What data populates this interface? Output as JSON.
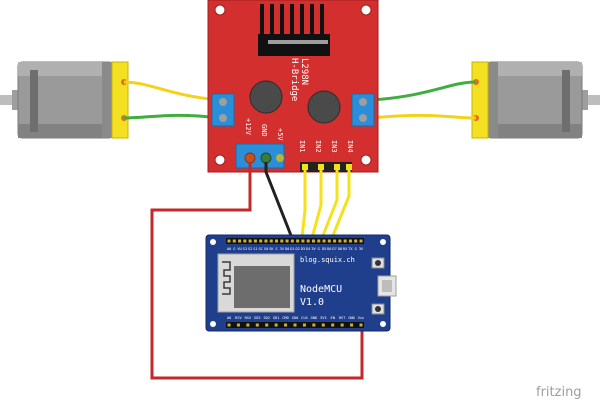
{
  "driver_board": {
    "chip_label": "L298N",
    "module_label": "H-Bridge",
    "pins": {
      "v12": "+12V",
      "gnd": "GND",
      "v5": "+5V",
      "in1": "IN1",
      "in2": "IN2",
      "in3": "IN3",
      "in4": "IN4"
    },
    "color": "#d32f2f"
  },
  "mcu_board": {
    "site_label": "blog.squix.ch",
    "name_line1": "NodeMCU",
    "name_line2": "V1.0",
    "top_pins": [
      "A0",
      "G",
      "VU",
      "S3",
      "S2",
      "S1",
      "SC",
      "S0",
      "SK",
      "G",
      "3V",
      "D0",
      "D1",
      "D2",
      "D3",
      "D4",
      "3V",
      "G",
      "D5",
      "D6",
      "D7",
      "D8",
      "RX",
      "TX",
      "G",
      "3V"
    ],
    "bottom_pins": [
      "A0",
      "RSV",
      "RSV",
      "SD3",
      "SD2",
      "SD1",
      "CMD",
      "SD0",
      "CLK",
      "GND",
      "3V3",
      "EN",
      "RST",
      "GND",
      "Vin"
    ],
    "color": "#1f3f8c"
  },
  "watermark": "fritzing",
  "wire_colors": {
    "power": "#c62828",
    "ground": "#212121",
    "signal": "#f3e21b",
    "motor_a": "#f4d21b",
    "motor_b": "#3fae3f"
  }
}
